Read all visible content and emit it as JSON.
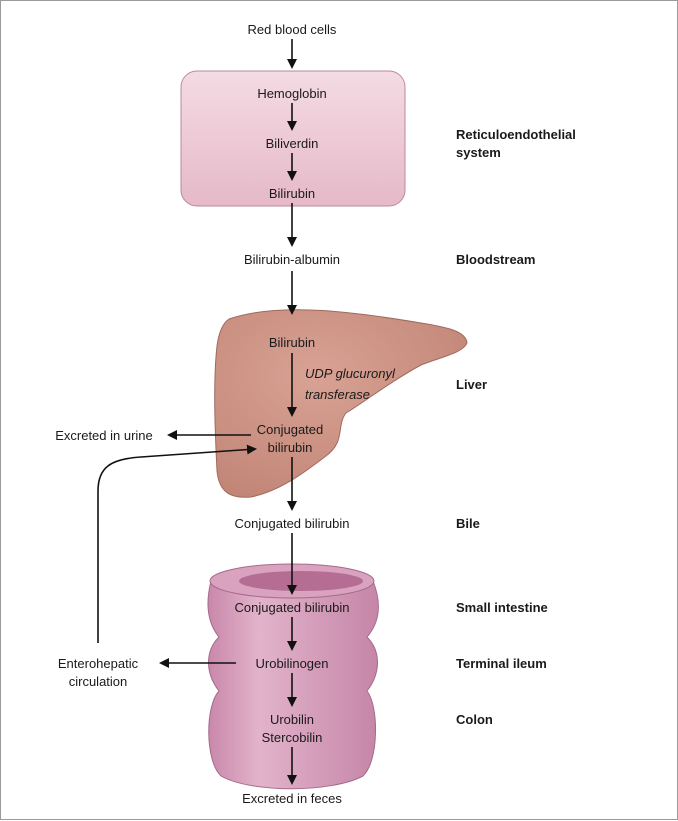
{
  "flow": {
    "rbc": "Red blood cells",
    "hemoglobin": "Hemoglobin",
    "biliverdin": "Biliverdin",
    "bilirubin_re": "Bilirubin",
    "bilirubin_albumin": "Bilirubin-albumin",
    "bilirubin_liver": "Bilirubin",
    "enzyme_line1": "UDP glucuronyl",
    "enzyme_line2": "transferase",
    "conj_line1": "Conjugated",
    "conj_line2": "bilirubin",
    "bile_conj": "Conjugated bilirubin",
    "intestine_conj": "Conjugated bilirubin",
    "urobilinogen": "Urobilinogen",
    "urobilin": "Urobilin",
    "stercobilin": "Stercobilin",
    "feces": "Excreted in feces",
    "urine": "Excreted in urine",
    "entero_line1": "Enterohepatic",
    "entero_line2": "circulation"
  },
  "locations": {
    "re_line1": "Reticuloendothelial",
    "re_line2": "system",
    "bloodstream": "Bloodstream",
    "liver": "Liver",
    "bile": "Bile",
    "small_intestine": "Small intestine",
    "terminal_ileum": "Terminal ileum",
    "colon": "Colon"
  },
  "colors": {
    "re_box": "#ecc6d2",
    "liver": "#c98f80",
    "intestine": "#cf93b3"
  }
}
